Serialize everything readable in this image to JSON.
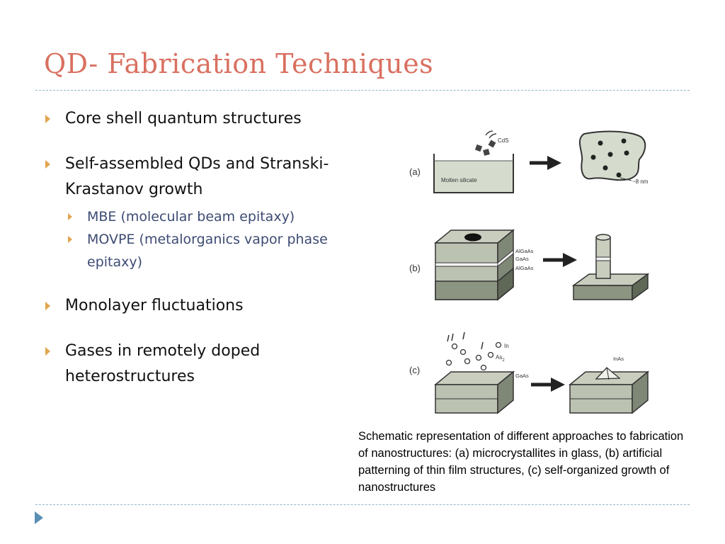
{
  "title": "QD- Fabrication Techniques",
  "bullets": [
    {
      "text": "Core shell quantum structures"
    },
    {
      "text": "Self-assembled QDs and Stranski-Krastanov growth",
      "sub": [
        {
          "abbr": "MBE",
          "text": "(molecular beam epitaxy)"
        },
        {
          "abbr": "MOVPE",
          "text": "(metalorganics vapor phase epitaxy)"
        }
      ]
    },
    {
      "text": "Monolayer fluctuations"
    },
    {
      "text": "Gases in remotely doped heterostructures"
    }
  ],
  "figure": {
    "panel_a": {
      "label": "(a)",
      "molten_label": "Molten silicate",
      "cds_label": "CdS",
      "size_label": "~8 nm"
    },
    "panel_b": {
      "label": "(b)",
      "layers": [
        "AlGaAs",
        "GaAs",
        "AlGaAs"
      ]
    },
    "panel_c": {
      "label": "(c)",
      "in_label": "In",
      "as_label": "As",
      "as_sub": "2",
      "gaas_label": "GaAs",
      "inas_label": "InAs"
    }
  },
  "caption": "Schematic representation of different approaches to fabrication of nanostructures: (a) microcrystallites in glass, (b) artificial patterning of thin film structures, (c) self-organized growth of nanostructures",
  "colors": {
    "title": "#d97060",
    "bullet_marker": "#e1a54e",
    "sub_text": "#3d4b73",
    "rule": "#8fb6c9"
  }
}
